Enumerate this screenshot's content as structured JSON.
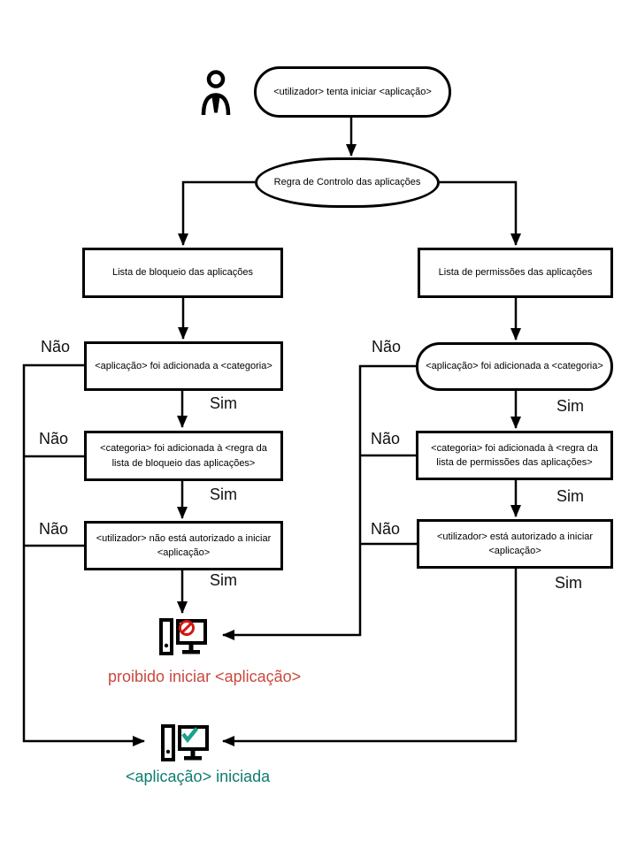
{
  "labels": {
    "no": "Não",
    "yes": "Sim"
  },
  "nodes": {
    "start": "<utilizador> tenta iniciar <aplicação>",
    "rule": "Regra de Controlo das aplicações",
    "block_list": "Lista de bloqueio das aplicações",
    "allow_list": "Lista de permissões das aplicações",
    "block_app_in_category": "<aplicação> foi adicionada a <categoria>",
    "block_category_in_rule": "<categoria> foi adicionada à <regra da lista de bloqueio das aplicações>",
    "block_user_not_allowed": "<utilizador> não está autorizado a iniciar <aplicação>",
    "allow_app_in_category": "<aplicação> foi adicionada a <categoria>",
    "allow_category_in_rule": "<categoria> foi adicionada à <regra da lista de permissões das aplicações>",
    "allow_user_allowed": "<utilizador> está autorizado a iniciar <aplicação>"
  },
  "outcomes": {
    "blocked": "proibido iniciar <aplicação>",
    "started": "<aplicação> iniciada"
  },
  "colors": {
    "line": "#000000",
    "blocked_text": "#c9493e",
    "started_text": "#0e7d6e",
    "prohibition_sign": "#d11712",
    "check_sign": "#1ba38a"
  },
  "icons": {
    "person": "person-icon",
    "blocked_computer": "computer-blocked-icon",
    "started_computer": "computer-started-icon"
  }
}
